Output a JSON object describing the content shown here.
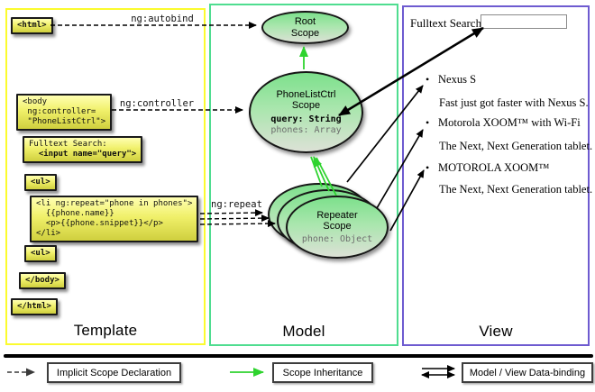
{
  "columns": {
    "template": {
      "label": "Template"
    },
    "model": {
      "label": "Model"
    },
    "view": {
      "label": "View"
    }
  },
  "template": {
    "boxes": {
      "html_open": "<html>",
      "body_open": "<body\n ng:controller=\n \"PhoneListCtrl\">",
      "fulltext_label": "Fulltext Search:",
      "fulltext_input": "  <input name=\"query\">",
      "ul_open": "<ul>",
      "li_repeat": "<li ng:repeat=\"phone in phones\">\n  {{phone.name}}\n  <p>{{phone.snippet}}</p>\n</li>",
      "ul_close": "<ul>",
      "body_close": "</body>",
      "html_close": "</html>"
    },
    "arrow_labels": {
      "autobind": "ng:autobind",
      "controller": "ng:controller",
      "repeat": "ng:repeat"
    }
  },
  "model": {
    "root_scope": {
      "title": "Root\nScope"
    },
    "phonelist_scope": {
      "title": "PhoneListCtrl\nScope",
      "props": [
        {
          "text": "query: String"
        },
        {
          "text": "phones: Array"
        }
      ]
    },
    "repeater_scope": {
      "title": "Repeater\nScope",
      "prop": "phone: Object"
    }
  },
  "view": {
    "search_label": "Fulltext Search:",
    "search_value": "",
    "bullet": "•",
    "items": [
      {
        "title": "Nexus S",
        "desc": "Fast just got faster with Nexus S."
      },
      {
        "title": "Motorola XOOM™  with Wi-Fi",
        "desc": "The Next, Next Generation tablet."
      },
      {
        "title": "MOTOROLA XOOM™",
        "desc": "The Next, Next Generation tablet."
      }
    ]
  },
  "legend": [
    {
      "label": "Implicit Scope Declaration"
    },
    {
      "label": "Scope Inheritance"
    },
    {
      "label": "Model / View Data-binding"
    }
  ],
  "colors": {
    "template_border": "#fbfb2e",
    "model_border": "#4fdd90",
    "view_border": "#6e5bd0",
    "code_box_top": "#ffffb2",
    "code_box_bottom": "#cfcf3e",
    "scope_top": "#7de08c",
    "scope_bottom": "#dce1d6",
    "inheritance_green": "#2ed32e"
  }
}
